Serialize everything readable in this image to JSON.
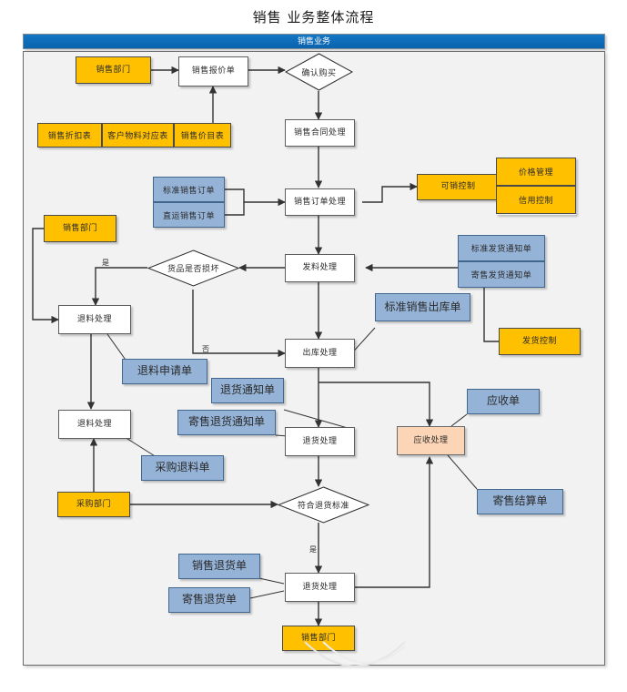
{
  "title": "销售 业务整体流程",
  "pool": {
    "header_label": "销售业务"
  },
  "nodes": {
    "sales_dept_top": "销售部门",
    "sales_quote": "销售报价单",
    "confirm_purchase": "确认购买",
    "discount_table": "销售折扣表",
    "customer_material_table": "客户物料对应表",
    "price_list_table": "销售价目表",
    "sales_contract": "销售合同处理",
    "standard_sales_order": "标准销售订单",
    "direct_sales_order": "直运销售订单",
    "sales_order_process": "销售订单处理",
    "sellable_control": "可销控制",
    "price_management": "价格管理",
    "credit_control": "信用控制",
    "sales_dept_left": "销售部门",
    "goods_damaged": "货品是否损坏",
    "issue_process": "发料处理",
    "standard_delivery_notice": "标准发货通知单",
    "consign_delivery_notice": "寄售发货通知单",
    "return_material_process_1": "退料处理",
    "standard_sales_outbound": "标准销售出库单",
    "outbound_process": "出库处理",
    "delivery_control": "发货控制",
    "return_material_request": "退料申请单",
    "return_notice": "退货通知单",
    "consign_return_notice": "寄售退货通知单",
    "return_material_process_2": "退料处理",
    "return_process_mid": "退货处理",
    "receivable_note": "应收单",
    "receivable_process": "应收处理",
    "purchase_return_material": "采购退料单",
    "purchase_dept": "采购部门",
    "consign_settlement": "寄售结算单",
    "meets_return_standard": "符合退货标准",
    "sales_return_note": "销售退货单",
    "consign_return_note": "寄售退货单",
    "return_process_bottom": "退货处理",
    "sales_dept_bottom": "销售部门"
  },
  "edge_labels": {
    "yes_damaged": "是",
    "no_damaged": "否",
    "yes_return": "是"
  },
  "colors": {
    "pool_header": "#1476c4",
    "org_node": "#ffc000",
    "document_node": "#95b3d7",
    "process_node": "#ffffff",
    "receivable_node": "#fbd5b5",
    "pool_body": "#f2f2f2",
    "connector": "#333333"
  }
}
